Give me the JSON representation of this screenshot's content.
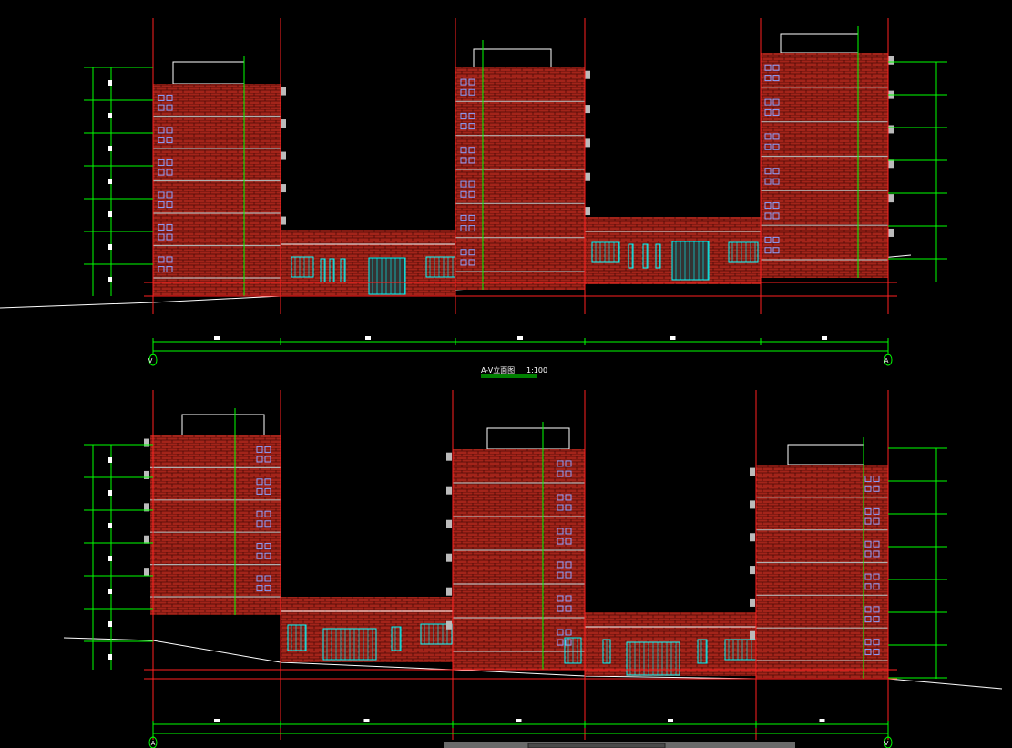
{
  "drawing": {
    "title": "A-V立面图",
    "scale": "1:100",
    "top_elevation": {
      "axis_left": "V",
      "axis_right": "A"
    },
    "bottom_elevation": {
      "axis_left": "A",
      "axis_right": "V"
    }
  },
  "colors": {
    "background": "#000000",
    "brick": "#9c1c14",
    "mortar": "#5a0c08",
    "axis_line": "#ff2020",
    "dimension": "#00ff00",
    "window": "#00ffff",
    "outline": "#ffffff"
  }
}
